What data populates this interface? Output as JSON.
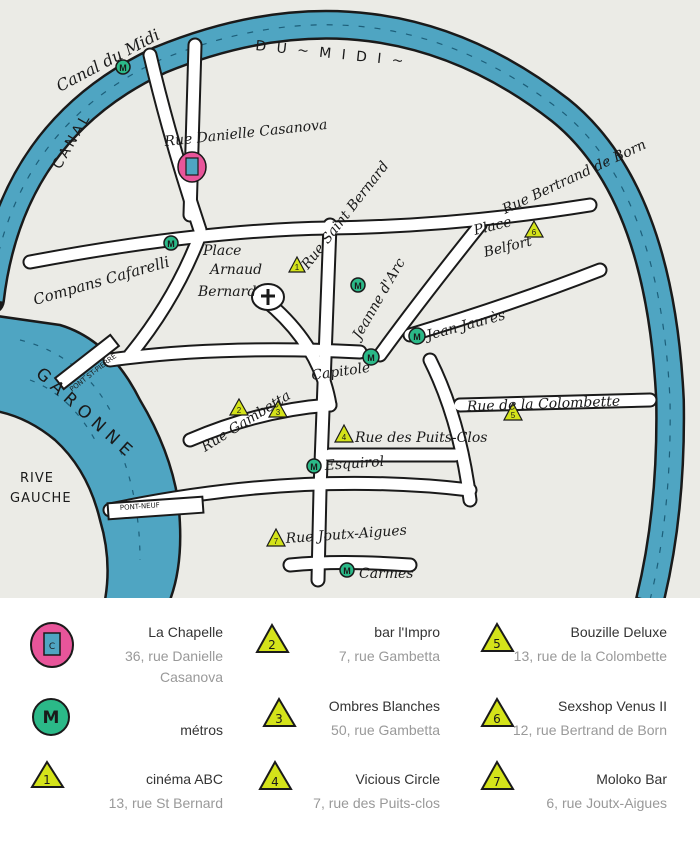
{
  "map": {
    "labels": {
      "canal_du_midi": "Canal du Midi",
      "canal_on_water": "CANAL",
      "du_midi_on_water": "D U ~ M I D I ~",
      "rue_danielle_casanova": "Rue Danielle Casanova",
      "rue_saint_bernard": "Rue Saint Bernard",
      "rue_bertrand_de_born": "Rue Bertrand de Born",
      "place_belfort_1": "Place",
      "place_belfort_2": "Belfort",
      "compans_cafarelli": "Compans Cafarelli",
      "place_arnaud_bernard_1": "Place",
      "place_arnaud_bernard_2": "Arnaud",
      "place_arnaud_bernard_3": "Bernard",
      "jeanne_darc": "Jeanne d'Arc",
      "jean_jaures": "Jean Jaurès",
      "capitole": "Capitole",
      "rue_gambetta": "Rue Gambetta",
      "rue_de_la_colombette": "Rue de la Colombette",
      "rue_des_puits_clos": "Rue des Puits-Clos",
      "esquirol": "Esquirol",
      "rue_joutx_aigues": "Rue Joutx-Aigues",
      "carmes": "Carmes",
      "rive_gauche_1": "RIVE",
      "rive_gauche_2": "GAUCHE",
      "pont_st_pierre": "PONT ST-PIERRE",
      "pont_neuf": "PONT-NEUF",
      "garonne": "GARONNE"
    },
    "colors": {
      "water": "#4fa5c2",
      "road": "#ffffff",
      "metro": "#2bb988",
      "venue": "#d4e31a",
      "chapelle": "#e8559a"
    }
  },
  "legend": {
    "la_chapelle": {
      "name": "La Chapelle",
      "addr1": "36, rue Danielle",
      "addr2": "Casanova"
    },
    "metros": {
      "name": "métros",
      "icon_letter": "M"
    },
    "cinema_abc": {
      "num": "1",
      "name": "cinéma ABC",
      "addr": "13, rue St Bernard"
    },
    "bar_impro": {
      "num": "2",
      "name": "bar l'Impro",
      "addr": "7, rue Gambetta"
    },
    "ombres_blanches": {
      "num": "3",
      "name": "Ombres Blanches",
      "addr": "50, rue Gambetta"
    },
    "vicious_circle": {
      "num": "4",
      "name": "Vicious Circle",
      "addr": "7, rue des Puits-clos"
    },
    "bouzille_deluxe": {
      "num": "5",
      "name": "Bouzille Deluxe",
      "addr": "13, rue de la Colombette"
    },
    "sexshop_venus": {
      "num": "6",
      "name": "Sexshop Venus II",
      "addr": "12, rue Bertrand de Born"
    },
    "moloko_bar": {
      "num": "7",
      "name": "Moloko Bar",
      "addr": "6, rue Joutx-Aigues"
    }
  }
}
